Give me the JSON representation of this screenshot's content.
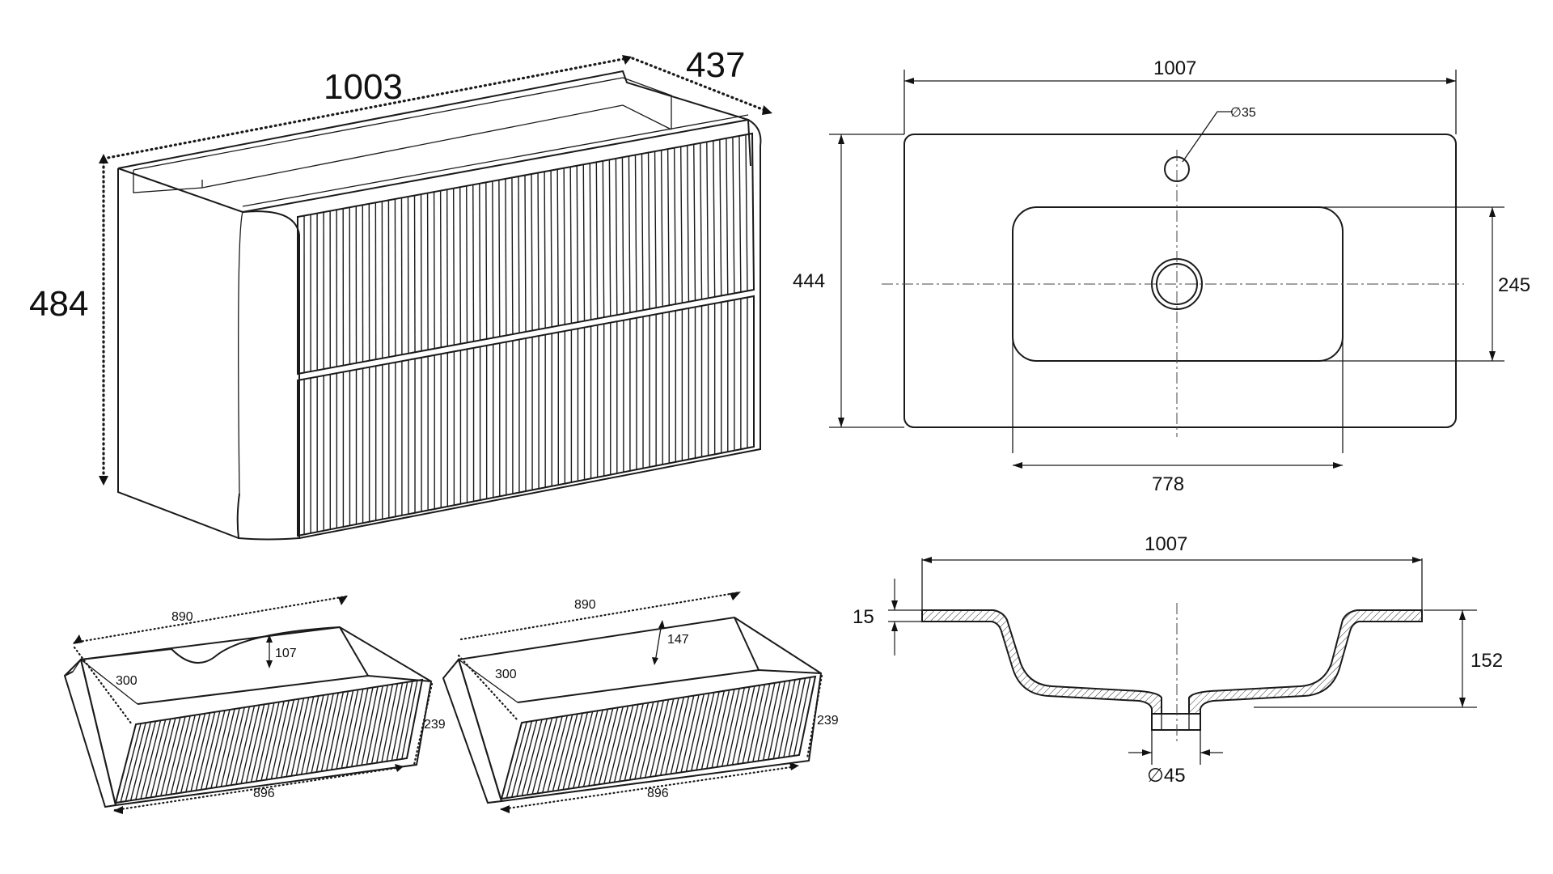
{
  "cabinet": {
    "width_label": "1003",
    "depth_label": "437",
    "height_label": "484"
  },
  "drawer_left": {
    "back_width_label": "890",
    "cutout_label": "107",
    "inner_depth_label": "300",
    "front_height_label": "239",
    "front_width_label": "896"
  },
  "drawer_right": {
    "back_width_label": "890",
    "inner_height_label": "147",
    "inner_depth_label": "300",
    "front_height_label": "239",
    "front_width_label": "896"
  },
  "basin_top_view": {
    "width_label": "1007",
    "depth_label": "444",
    "bowl_width_label": "778",
    "bowl_depth_label": "245",
    "tap_hole_label": "∅35"
  },
  "basin_section": {
    "width_label": "1007",
    "rim_thickness_label": "15",
    "height_label": "152",
    "drain_label": "∅45"
  }
}
